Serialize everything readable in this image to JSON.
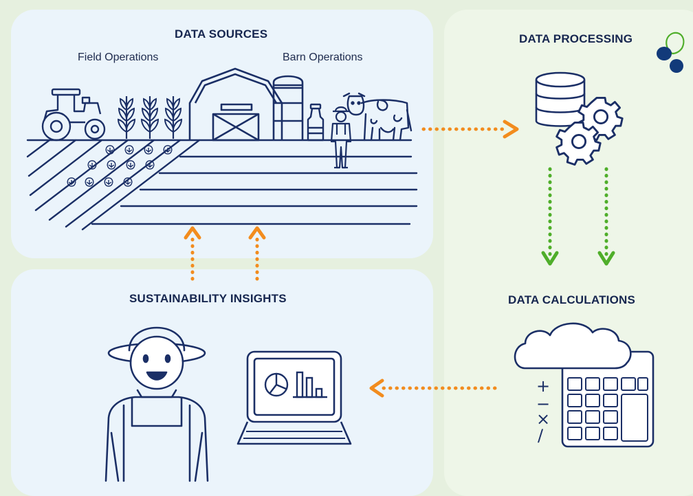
{
  "sections": {
    "data_sources": {
      "title": "DATA SOURCES",
      "field_label": "Field Operations",
      "barn_label": "Barn Operations"
    },
    "data_processing": {
      "title": "DATA PROCESSING"
    },
    "data_calculations": {
      "title": "DATA CALCULATIONS"
    },
    "sustainability_insights": {
      "title": "SUSTAINABILITY INSIGHTS"
    }
  },
  "calculator_symbols": [
    "+",
    "−",
    "×",
    "/"
  ],
  "colors": {
    "ink": "#1b2f66",
    "arrow_orange": "#f28c1e",
    "arrow_green": "#4fae2a",
    "panel_blue": "#ebf4fb",
    "panel_green": "#eef6e8",
    "logo_navy": "#123a7a",
    "logo_green": "#4fae2a"
  },
  "icons": [
    "tractor-icon",
    "crop-icon",
    "barn-icon",
    "silo-icon",
    "milk-can-icon",
    "farmer-icon",
    "cow-icon",
    "database-icon",
    "gear-icon",
    "cloud-icon",
    "calculator-icon",
    "laptop-icon",
    "pie-chart-icon",
    "bar-chart-icon",
    "brand-logo"
  ]
}
